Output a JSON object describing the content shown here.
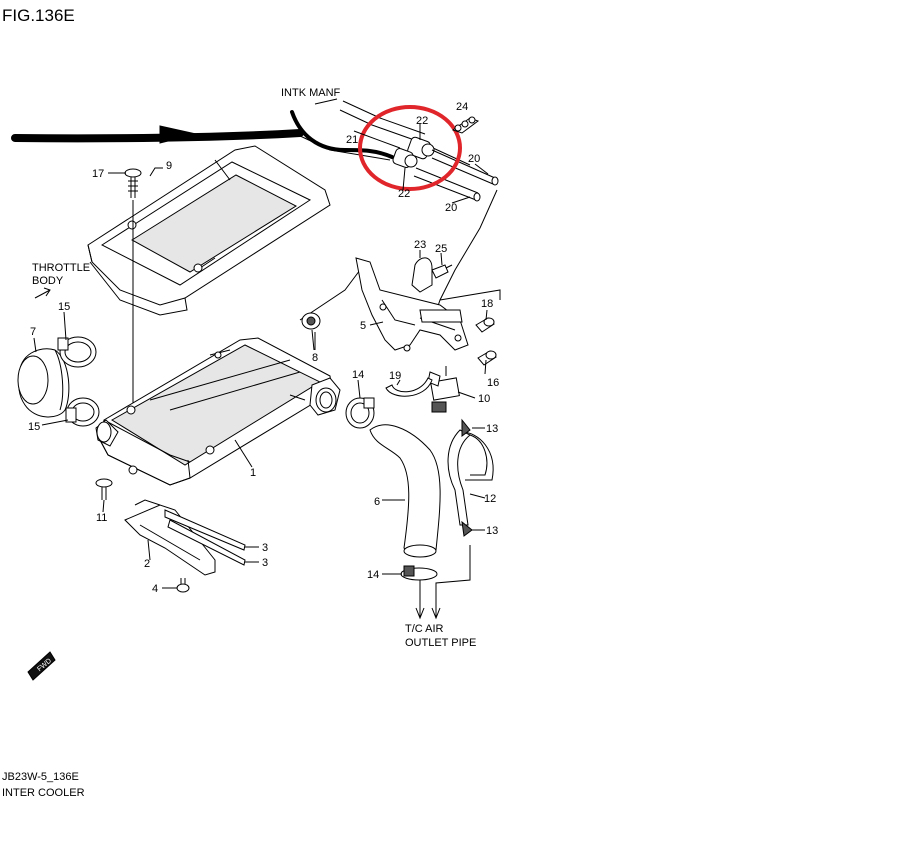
{
  "figure": {
    "title": "FIG.136E",
    "code": "JB23W-5_136E",
    "name": "INTER COOLER"
  },
  "notes": {
    "intake_manifold": "INTK MANF",
    "throttle_line1": "THROTTLE",
    "throttle_line2": "BODY",
    "outlet_line1": "T/C AIR",
    "outlet_line2": "OUTLET PIPE",
    "front_badge": "FWD"
  },
  "callouts": {
    "p1": "1",
    "p2": "2",
    "p3a": "3",
    "p3b": "3",
    "p4": "4",
    "p5": "5",
    "p6": "6",
    "p7": "7",
    "p8": "8",
    "p9": "9",
    "p10": "10",
    "p11": "11",
    "p12": "12",
    "p13a": "13",
    "p13b": "13",
    "p14a": "14",
    "p14b": "14",
    "p15a": "15",
    "p15b": "15",
    "p16": "16",
    "p17": "17",
    "p18": "18",
    "p19": "19",
    "p20a": "20",
    "p20b": "20",
    "p21": "21",
    "p22a": "22",
    "p22b": "22",
    "p23": "23",
    "p24": "24",
    "p25": "25"
  },
  "annotation": {
    "highlight_color": "#e0262b",
    "arrow_color": "#000000"
  }
}
